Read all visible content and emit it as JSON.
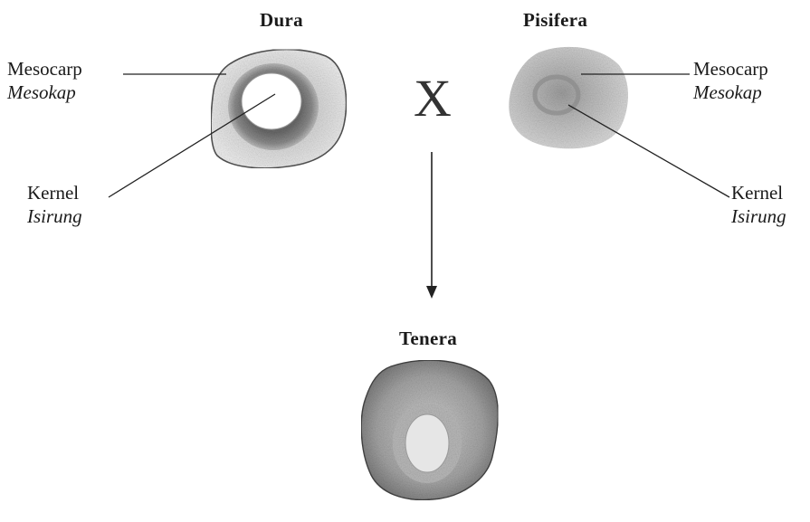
{
  "parents": {
    "left": {
      "title": "Dura",
      "mesocarp": {
        "en": "Mesocarp",
        "ms": "Mesokap"
      },
      "kernel": {
        "en": "Kernel",
        "ms": "Isirung"
      }
    },
    "right": {
      "title": "Pisifera",
      "mesocarp": {
        "en": "Mesocarp",
        "ms": "Mesokap"
      },
      "kernel": {
        "en": "Kernel",
        "ms": "Isirung"
      }
    }
  },
  "cross_symbol": "X",
  "offspring": {
    "title": "Tenera"
  }
}
